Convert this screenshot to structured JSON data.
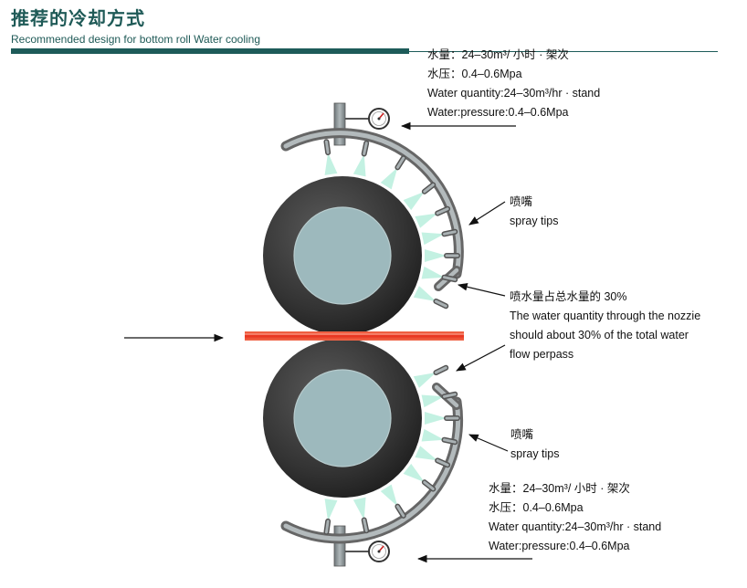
{
  "title": {
    "cn": "推荐的冷却方式",
    "en": "Recommended design for bottom roll Water cooling"
  },
  "top_spec": {
    "line1": "水量：24–30m³/ 小时 · 架次",
    "line2": "水压：0.4–0.6Mpa",
    "line3": "Water quantity:24–30m³/hr · stand",
    "line4": "Water:pressure:0.4–0.6Mpa"
  },
  "spray_tips_top": {
    "cn": "喷嘴",
    "en": "spray tips"
  },
  "nozzle_note": {
    "line1": "喷水量占总水量的 30%",
    "line2": "The water quantity through the nozzie",
    "line3": "should about 30% of the total water",
    "line4": "flow perpass"
  },
  "spray_tips_bottom": {
    "cn": "喷嘴",
    "en": "spray tips"
  },
  "bottom_spec": {
    "line1": "水量：24–30m³/ 小时 · 架次",
    "line2": "水压：0.4–0.6Mpa",
    "line3": "Water quantity:24–30m³/hr · stand",
    "line4": "Water:pressure:0.4–0.6Mpa"
  },
  "colors": {
    "brand": "#1d5b59",
    "roll_outer": "#3a3a3a",
    "roll_inner": "#9cb8bc",
    "header": "#8a9294",
    "strip": "#e8452a",
    "spray": "#bfeee0"
  },
  "icons": [
    "pressure-gauge-icon",
    "arrow-icon"
  ]
}
